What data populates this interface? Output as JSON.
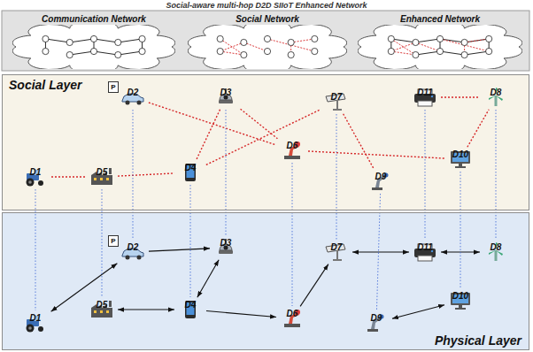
{
  "diagram": {
    "title": "Social-aware multi-hop D2D SIIoT Enhanced Network",
    "nodes": [
      {
        "text": [
          "Communication Network"
        ]
      },
      {
        "text": [
          "Social Network"
        ]
      },
      {
        "text": [
          "Enhanced Network"
        ]
      },
      {
        "text": [
          "Social Layer"
        ]
      },
      {
        "text": [
          "D1"
        ],
        "in": 3
      },
      {
        "text": [
          "D2"
        ],
        "in": 3
      },
      {
        "text": [
          "D3"
        ],
        "in": 3
      },
      {
        "text": [
          "D4"
        ],
        "in": 3
      },
      {
        "text": [
          "D5"
        ],
        "in": 3
      },
      {
        "text": [
          "D6"
        ],
        "in": 3
      },
      {
        "text": [
          "D7"
        ],
        "in": 3
      },
      {
        "text": [
          "D8"
        ],
        "in": 3
      },
      {
        "text": [
          "D9"
        ],
        "in": 3
      },
      {
        "text": [
          "D10"
        ],
        "in": 3
      },
      {
        "text": [
          "D11"
        ],
        "in": 3
      },
      {
        "text": [
          "Physical Layer"
        ]
      },
      {
        "text": [
          "D1"
        ],
        "in": 15
      },
      {
        "text": [
          "D2"
        ],
        "in": 15
      },
      {
        "text": [
          "D3"
        ],
        "in": 15
      },
      {
        "text": [
          "D4"
        ],
        "in": 15
      },
      {
        "text": [
          "D5"
        ],
        "in": 15
      },
      {
        "text": [
          "D6"
        ],
        "in": 15
      },
      {
        "text": [
          "D7"
        ],
        "in": 15
      },
      {
        "text": [
          "D8"
        ],
        "in": 15
      },
      {
        "text": [
          "D9"
        ],
        "in": 15
      },
      {
        "text": [
          "D10"
        ],
        "in": 15
      },
      {
        "text": [
          "D11"
        ],
        "in": 15
      }
    ],
    "edges": [
      {
        "from": 4,
        "to": 8,
        "arrow": "none"
      },
      {
        "from": 8,
        "to": 7,
        "arrow": "none"
      },
      {
        "from": 5,
        "to": 9,
        "arrow": "none"
      },
      {
        "from": 6,
        "to": 7,
        "arrow": "none"
      },
      {
        "from": 7,
        "to": 10,
        "arrow": "none"
      },
      {
        "from": 6,
        "to": 9,
        "arrow": "none"
      },
      {
        "from": 10,
        "to": 12,
        "arrow": "none"
      },
      {
        "from": 9,
        "to": 13,
        "arrow": "none"
      },
      {
        "from": 13,
        "to": 11,
        "arrow": "none"
      },
      {
        "from": 14,
        "to": 11,
        "arrow": "none"
      },
      {
        "from": 16,
        "to": 17,
        "arrow": "both"
      },
      {
        "from": 17,
        "to": 18,
        "arrow": "to"
      },
      {
        "from": 18,
        "to": 19,
        "arrow": "both"
      },
      {
        "from": 20,
        "to": 19,
        "arrow": "both"
      },
      {
        "from": 19,
        "to": 21,
        "arrow": "to"
      },
      {
        "from": 21,
        "to": 22,
        "arrow": "to"
      },
      {
        "from": 22,
        "to": 26,
        "arrow": "both"
      },
      {
        "from": 26,
        "to": 23,
        "arrow": "both"
      },
      {
        "from": 25,
        "to": 24,
        "arrow": "both"
      },
      {
        "from": 4,
        "to": 16,
        "arrow": "none"
      },
      {
        "from": 5,
        "to": 17,
        "arrow": "none"
      },
      {
        "from": 6,
        "to": 18,
        "arrow": "none"
      },
      {
        "from": 7,
        "to": 19,
        "arrow": "none"
      },
      {
        "from": 8,
        "to": 20,
        "arrow": "none"
      },
      {
        "from": 9,
        "to": 21,
        "arrow": "none"
      },
      {
        "from": 10,
        "to": 22,
        "arrow": "none"
      },
      {
        "from": 11,
        "to": 23,
        "arrow": "none"
      },
      {
        "from": 12,
        "to": 24,
        "arrow": "none"
      },
      {
        "from": 13,
        "to": 25,
        "arrow": "none"
      },
      {
        "from": 14,
        "to": 26,
        "arrow": "none"
      }
    ],
    "labels": [
      "P",
      "P"
    ]
  }
}
